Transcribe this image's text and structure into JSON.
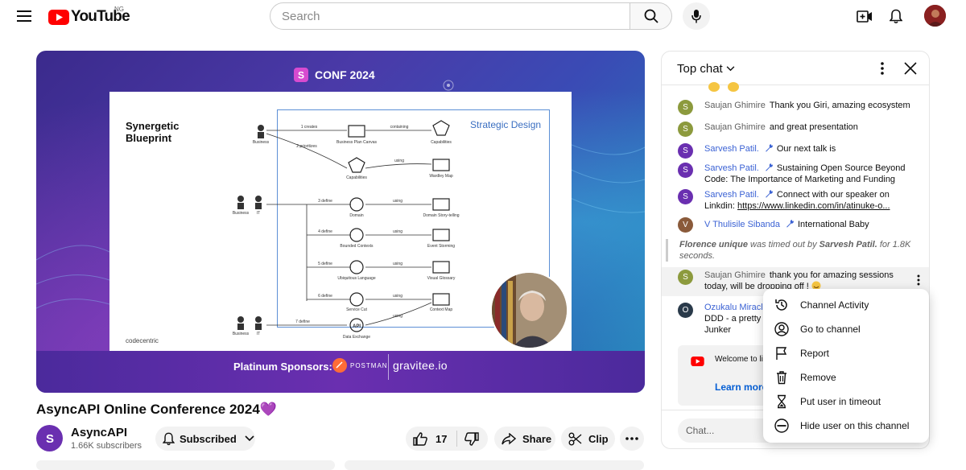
{
  "header": {
    "logo_text": "YouTube",
    "region": "NG",
    "search_placeholder": "Search"
  },
  "video": {
    "slide": {
      "conf_title": "CONF 2024",
      "title": "Synergetic Blueprint",
      "strategic_label": "Strategic Design",
      "footer_brand": "codecentric",
      "nodes": {
        "business_top": "Business",
        "business_plan": "Business Plan Canvas",
        "capabilities_a": "Capabilities",
        "capabilities_b": "Capabilities",
        "wardley": "Wardley Map",
        "business_it_1": "Business",
        "it_1": "IT",
        "domain": "Domain",
        "domain_story": "Domain Story-telling",
        "bounded": "Bounded Contexts",
        "event_storming": "Event Storming",
        "ubiquitous": "Ubiquitous Language",
        "visual_glossary": "Visual Glossary",
        "service_cut": "Service Cut",
        "context_map": "Context Map",
        "business_it_2": "Business",
        "it_2": "IT",
        "data_exchange": "Data Exchange",
        "api": "API"
      },
      "edges": {
        "creates": "1 creates",
        "prioritizes": "2 prioritizes",
        "containing": "containing",
        "using1": "using",
        "define3": "3 define",
        "define4": "4 define",
        "define5": "5 define",
        "define6": "6 define",
        "define7": "7 define",
        "using": "using"
      }
    },
    "sponsors": {
      "label": "Platinum Sponsors:",
      "postman": "POSTMAN",
      "gravitee": "gravitee.io"
    }
  },
  "info": {
    "title": "AsyncAPI Online Conference 2024💜",
    "channel_name": "AsyncAPI",
    "subscribers": "1.66K subscribers",
    "subscribed_label": "Subscribed",
    "like_count": "17",
    "share_label": "Share",
    "clip_label": "Clip"
  },
  "chat": {
    "mode": "Top chat",
    "messages": [
      {
        "author": "Saujan Ghimire",
        "text": "Thank you Giri, amazing ecosystem"
      },
      {
        "author": "Saujan Ghimire",
        "text": "and great presentation"
      },
      {
        "author": "Sarvesh Patil.",
        "text": "Our next talk is",
        "moderator": true
      },
      {
        "author": "Sarvesh Patil.",
        "text": "Sustaining Open Source Beyond Code: The Importance of Marketing and Funding",
        "moderator": true
      },
      {
        "author": "Sarvesh Patil.",
        "text": "Connect with our speaker on Linkdin:",
        "link": "https://www.linkedin.com/in/atinuke-o...",
        "moderator": true
      },
      {
        "author": "V Thulisile Sibanda",
        "text": "International Baby",
        "moderator": true
      },
      {
        "author": "Saujan Ghimire",
        "text": "thank you for amazing sessions today, will be dropping off !"
      },
      {
        "author": "Ozukalu Miracl",
        "text": "DDD - a pretty c",
        "text2": "Junker"
      }
    ],
    "timeout": {
      "user": "Florence unique",
      "middle": "was timed out by",
      "by": "Sarvesh Patil.",
      "duration": "for 1.8K seconds."
    },
    "welcome": {
      "text": "Welcome to li privacy and a",
      "learn_more": "Learn more"
    },
    "input_placeholder": "Chat..."
  },
  "context_menu": [
    {
      "label": "Channel Activity",
      "icon": "clock-history-icon"
    },
    {
      "label": "Go to channel",
      "icon": "account-circle-icon"
    },
    {
      "label": "Report",
      "icon": "flag-icon"
    },
    {
      "label": "Remove",
      "icon": "trash-icon"
    },
    {
      "label": "Put user in timeout",
      "icon": "hourglass-icon"
    },
    {
      "label": "Hide user on this channel",
      "icon": "block-icon"
    }
  ],
  "colors": {
    "youtube_red": "#ff0000",
    "moderator_blue": "#3b62d4",
    "link_blue": "#065fd4"
  }
}
